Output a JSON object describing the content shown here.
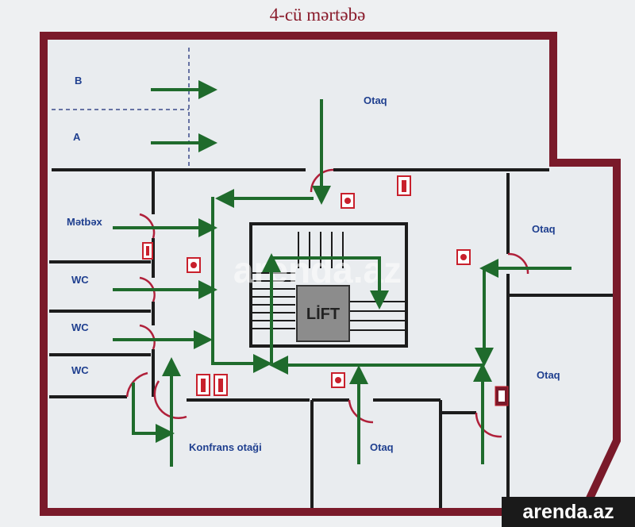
{
  "title": "4-cü mərtəbə",
  "rooms": {
    "b": "B",
    "a": "A",
    "otaq_top": "Otaq",
    "metbex": "Mətbəx",
    "wc1": "WC",
    "wc2": "WC",
    "wc3": "WC",
    "otaq_right_upper": "Otaq",
    "otaq_right_lower": "Otaq",
    "konfrans": "Konfrans otaği",
    "otaq_bottom": "Otaq"
  },
  "lift": "LİFT",
  "watermark": "arenda.az",
  "badge": "arenda.az",
  "colors": {
    "wall": "#7a1a2a",
    "inner_wall": "#1c1c1c",
    "arrow": "#1f6b2c",
    "label": "#1f3f8f",
    "door": "#b0203a",
    "extinguisher": "#c8202c"
  },
  "icons": [
    "extinguisher-icon",
    "fire-alarm-icon",
    "exit-sign-icon"
  ]
}
